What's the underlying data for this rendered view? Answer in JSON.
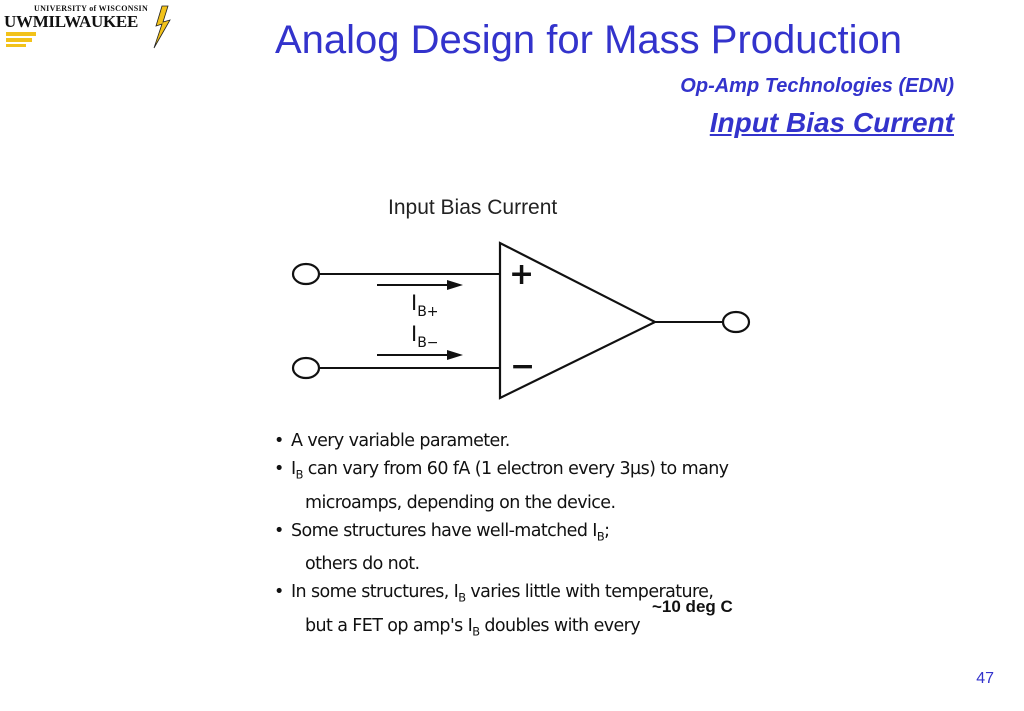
{
  "logo": {
    "university": "UNIVERSITY of WISCONSIN",
    "uw": "UW",
    "milwaukee": "MILWAUKEE"
  },
  "slide": {
    "title": "Analog Design for Mass Production",
    "subtitle": "Op-Amp Technologies (EDN)",
    "heading": "Input Bias Current",
    "page_number": "47"
  },
  "figure": {
    "title": "Input Bias Current",
    "plus_sign": "+",
    "minus_sign": "−",
    "ib_plus_main": "I",
    "ib_plus_sub": "B+",
    "ib_minus_main": "I",
    "ib_minus_sub": "B−"
  },
  "bullets": {
    "b1": "A very variable parameter.",
    "b2_a": "I",
    "b2_sub": "B",
    "b2_b": " can vary from 60 fA (1 electron every 3µs) to many",
    "b2_cont": "microamps, depending on the device.",
    "b3_a": "Some structures have well-matched I",
    "b3_sub": "B",
    "b3_b": ";",
    "b3_cont": "others do not.",
    "b4_a": "In some structures, I",
    "b4_sub": "B",
    "b4_b": " varies little with temperature,",
    "b4_cont_a": "but a FET op amp's I",
    "b4_cont_sub": "B",
    "b4_cont_b": " doubles with every"
  },
  "annotation": "~10 deg C",
  "colors": {
    "title_blue": "#3333cc",
    "logo_yellow": "#f2c21a"
  }
}
